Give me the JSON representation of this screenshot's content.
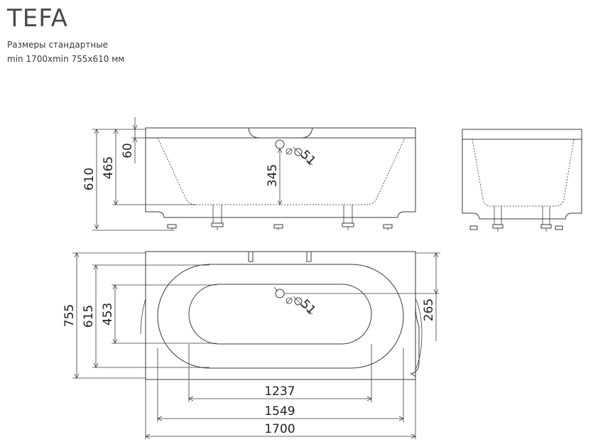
{
  "header": {
    "title": "TEFA",
    "line1": "Размеры стандартные",
    "line2": "min 1700xmin 755x610 мм"
  },
  "dimensions": {
    "height_total": "610",
    "height_inner": "465",
    "rim": "60",
    "drain_height": "345",
    "drain_diameter": "51",
    "drain_diameter_top": "51",
    "width_total": "755",
    "width_outer_inner": "615",
    "width_inner": "453",
    "drain_offset": "265",
    "length_inner": "1237",
    "length_mid": "1549",
    "length_total": "1700"
  }
}
